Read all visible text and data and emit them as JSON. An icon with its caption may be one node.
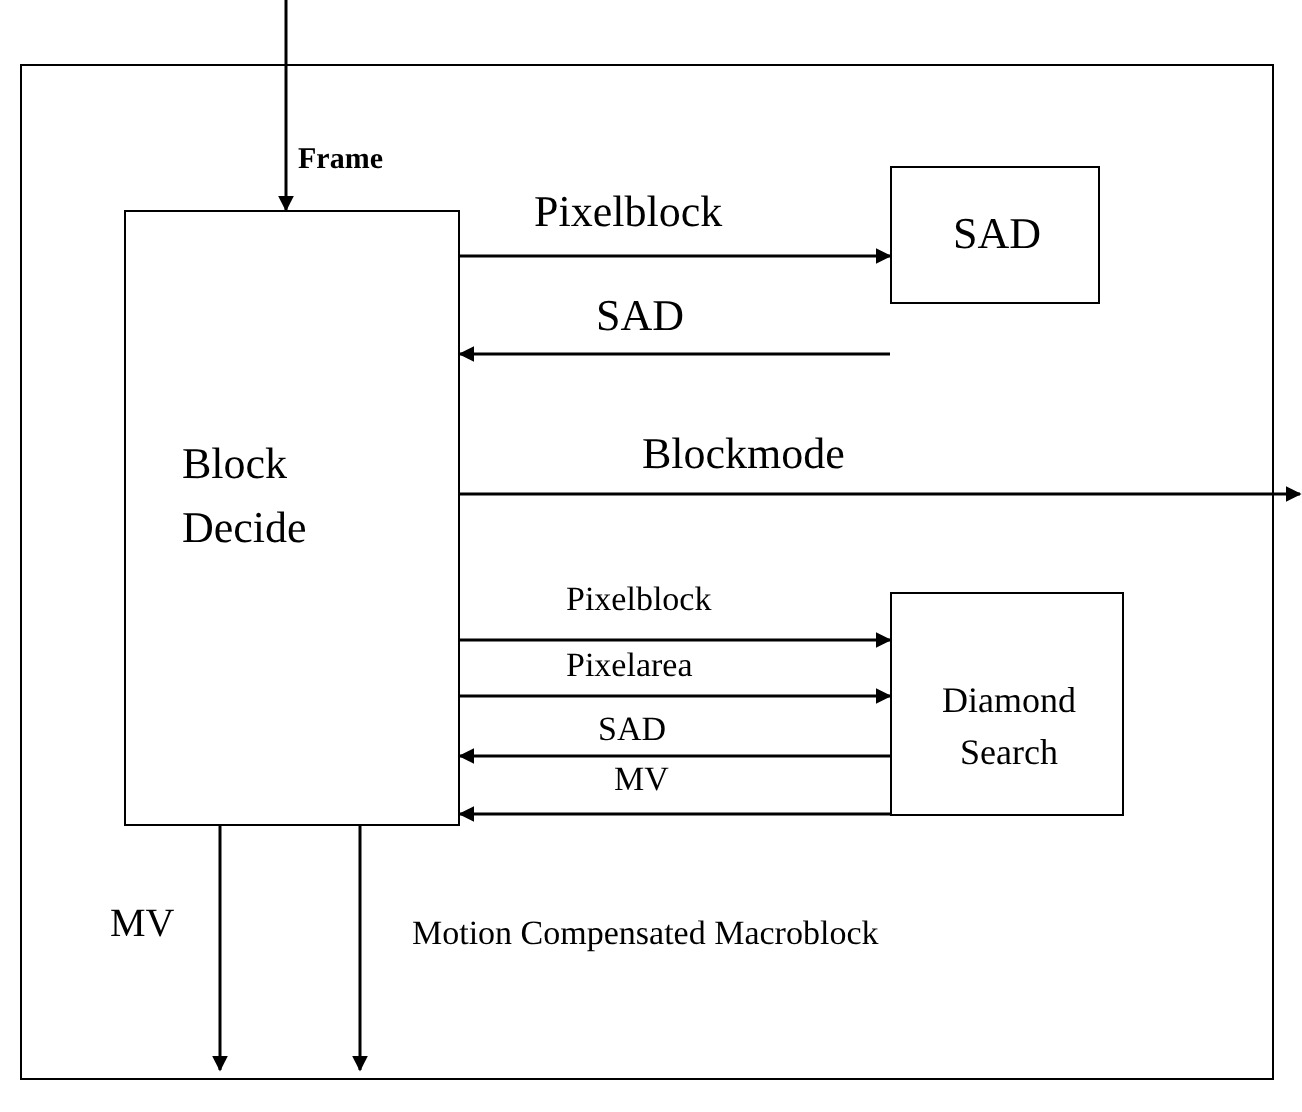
{
  "diagram": {
    "nodes": [
      {
        "text": [],
        "shape": "box"
      },
      {
        "text": [
          "Block Decide"
        ],
        "in": 0
      },
      {
        "text": [
          "SAD"
        ],
        "in": 0
      },
      {
        "text": [
          "Diamond Search"
        ],
        "in": 0
      }
    ],
    "edges": [
      {
        "from": null,
        "to": 1,
        "arrow": "to",
        "label": "Frame"
      },
      {
        "from": 1,
        "to": 2,
        "arrow": "to",
        "label": "Pixelblock"
      },
      {
        "from": 2,
        "to": 1,
        "arrow": "to",
        "label": "SAD"
      },
      {
        "from": 1,
        "to": null,
        "arrow": "to",
        "label": "Blockmode"
      },
      {
        "from": 1,
        "to": 3,
        "arrow": "to",
        "label": "Pixelblock"
      },
      {
        "from": 1,
        "to": 3,
        "arrow": "to",
        "label": "Pixelarea"
      },
      {
        "from": 3,
        "to": 1,
        "arrow": "to",
        "label": "SAD"
      },
      {
        "from": 3,
        "to": 1,
        "arrow": "to",
        "label": "MV"
      },
      {
        "from": 1,
        "to": null,
        "arrow": "to",
        "label": "MV"
      },
      {
        "from": 1,
        "to": null,
        "arrow": "to",
        "label": "Motion Compensated Macroblock"
      }
    ]
  }
}
